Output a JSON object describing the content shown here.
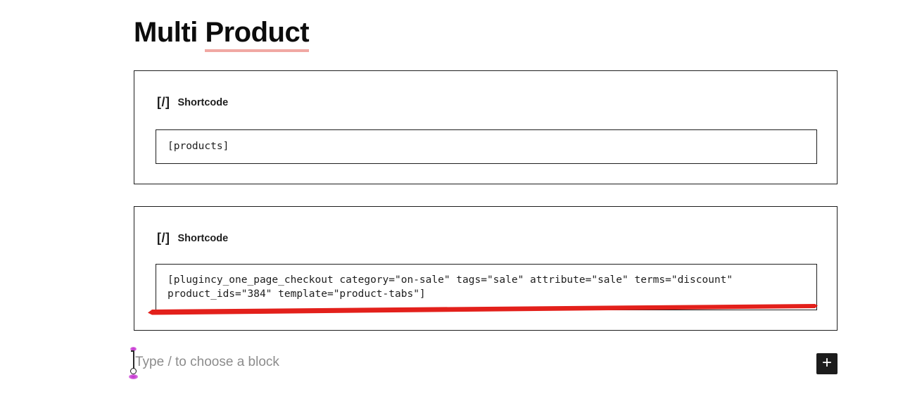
{
  "title": {
    "word1": "Multi",
    "word2": "Product"
  },
  "blocks": [
    {
      "icon_glyph": "[/]",
      "label": "Shortcode",
      "value": "[products]"
    },
    {
      "icon_glyph": "[/]",
      "label": "Shortcode",
      "value": "[plugincy_one_page_checkout category=\"on-sale\" tags=\"sale\" attribute=\"sale\" terms=\"discount\" product_ids=\"384\" template=\"product-tabs\"]"
    }
  ],
  "paragraph": {
    "placeholder": "Type / to choose a block"
  },
  "inserter": {
    "glyph": "+"
  },
  "colors": {
    "marker_red": "#e3201b",
    "title_underline_pink": "#f1a8a3",
    "block_border": "#1e1e1e",
    "placeholder_gray": "#8c8c8c",
    "inserter_bg": "#1c1c1c",
    "cursor_gripper_magenta": "#c32ccf"
  }
}
